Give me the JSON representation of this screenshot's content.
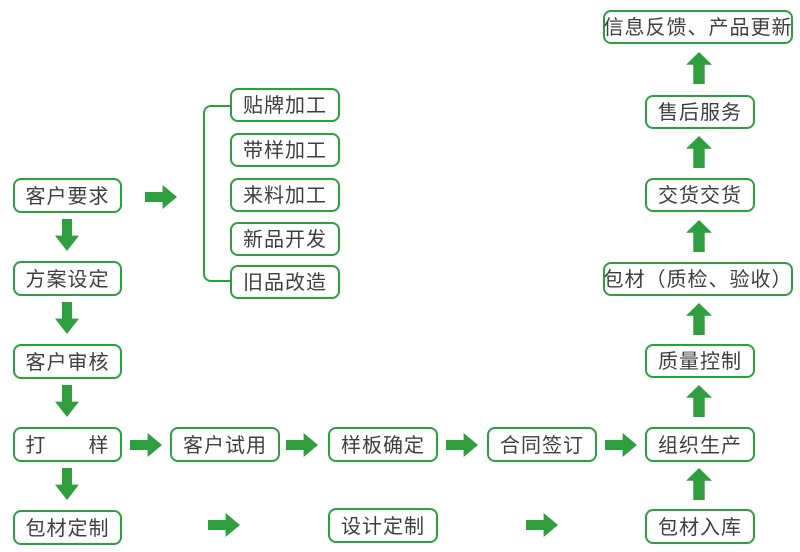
{
  "diagram": {
    "type": "flowchart",
    "language": "zh-CN",
    "colors": {
      "green": "#2f9e3f",
      "text": "#3e3e3e",
      "background": "#ffffff"
    },
    "nodes": {
      "customer_requirements": {
        "label": "客户要求"
      },
      "plan_setting": {
        "label": "方案设定"
      },
      "customer_review": {
        "label": "客户审核"
      },
      "sampling": {
        "label": "打　　样"
      },
      "packaging_customization": {
        "label": "包材定制"
      },
      "oem_processing": {
        "label": "贴牌加工"
      },
      "sample_processing": {
        "label": "带样加工"
      },
      "incoming_material_processing": {
        "label": "来料加工"
      },
      "new_product_development": {
        "label": "新品开发"
      },
      "old_product_remodeling": {
        "label": "旧品改造"
      },
      "customer_trial": {
        "label": "客户试用"
      },
      "sample_confirmation": {
        "label": "样板确定"
      },
      "contract_signing": {
        "label": "合同签订"
      },
      "production_organization": {
        "label": "组织生产"
      },
      "design_customization": {
        "label": "设计定制"
      },
      "packaging_warehousing": {
        "label": "包材入库"
      },
      "quality_control": {
        "label": "质量控制"
      },
      "packaging_inspection": {
        "label": "包材（质检、验收）"
      },
      "delivery": {
        "label": "交货交货"
      },
      "after_sales_service": {
        "label": "售后服务"
      },
      "feedback_product_update": {
        "label": "信息反馈、产品更新"
      }
    },
    "connections": [
      {
        "from": "客户要求",
        "to": "贴牌加工/带样加工/来料加工/新品开发/旧品改造",
        "direction": "right"
      },
      {
        "from": "客户要求",
        "to": "方案设定",
        "direction": "down"
      },
      {
        "from": "方案设定",
        "to": "客户审核",
        "direction": "down"
      },
      {
        "from": "客户审核",
        "to": "打样",
        "direction": "down"
      },
      {
        "from": "打样",
        "to": "包材定制",
        "direction": "down"
      },
      {
        "from": "打样",
        "to": "客户试用",
        "direction": "right"
      },
      {
        "from": "客户试用",
        "to": "样板确定",
        "direction": "right"
      },
      {
        "from": "样板确定",
        "to": "合同签订",
        "direction": "right"
      },
      {
        "from": "合同签订",
        "to": "组织生产",
        "direction": "right"
      },
      {
        "from": "包材定制",
        "to": "设计定制",
        "direction": "right"
      },
      {
        "from": "设计定制",
        "to": "包材入库",
        "direction": "right"
      },
      {
        "from": "包材入库",
        "to": "组织生产",
        "direction": "up"
      },
      {
        "from": "组织生产",
        "to": "质量控制",
        "direction": "up"
      },
      {
        "from": "质量控制",
        "to": "包材（质检、验收）",
        "direction": "up"
      },
      {
        "from": "包材（质检、验收）",
        "to": "交货交货",
        "direction": "up"
      },
      {
        "from": "交货交货",
        "to": "售后服务",
        "direction": "up"
      },
      {
        "from": "售后服务",
        "to": "信息反馈、产品更新",
        "direction": "up"
      }
    ]
  }
}
